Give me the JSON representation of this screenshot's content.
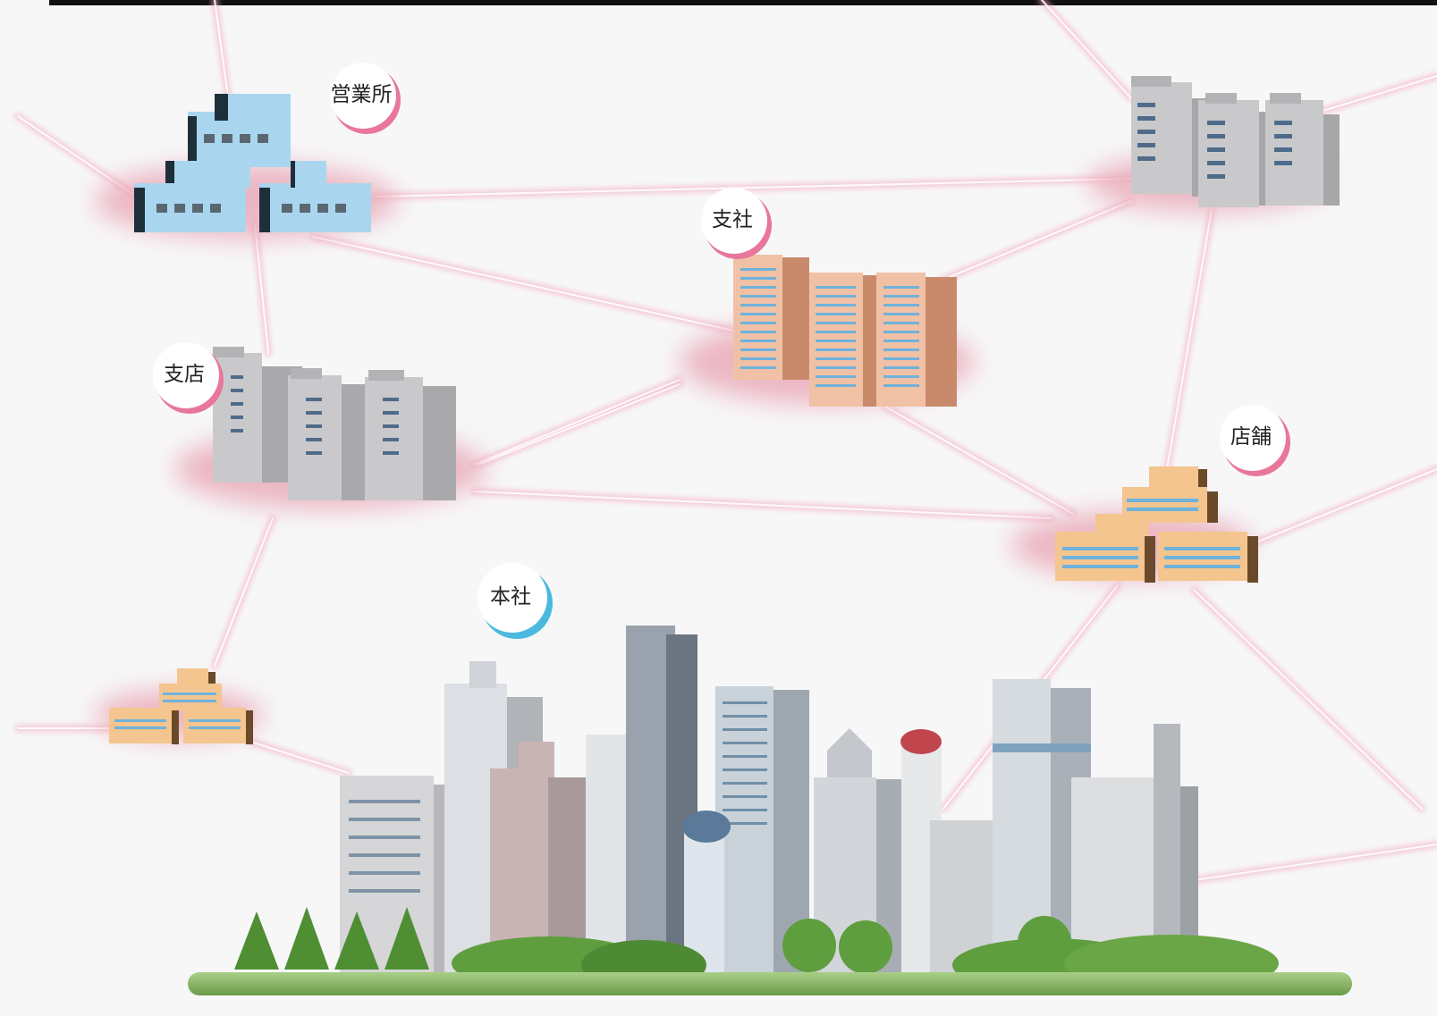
{
  "labels": {
    "sales_office": "営業所",
    "branch_company": "支社",
    "branch_store": "支店",
    "shop": "店舗",
    "headquarters": "本社"
  },
  "colors": {
    "network_line": "#f3a7bd",
    "node_glow": "#e8a1b2",
    "label_ring_pink": "#e8779a",
    "label_ring_blue": "#4bb9de",
    "sales_office_building": "#a9d6ee",
    "branch_company_building": "#f1c1a6",
    "gray_building": "#c9c9cb",
    "shop_building": "#f4c58f",
    "tree": "#5f9e3e",
    "ground": "#7fae5c"
  },
  "icons": [
    "office-building-icon",
    "tree-icon",
    "skyscraper-icon"
  ]
}
